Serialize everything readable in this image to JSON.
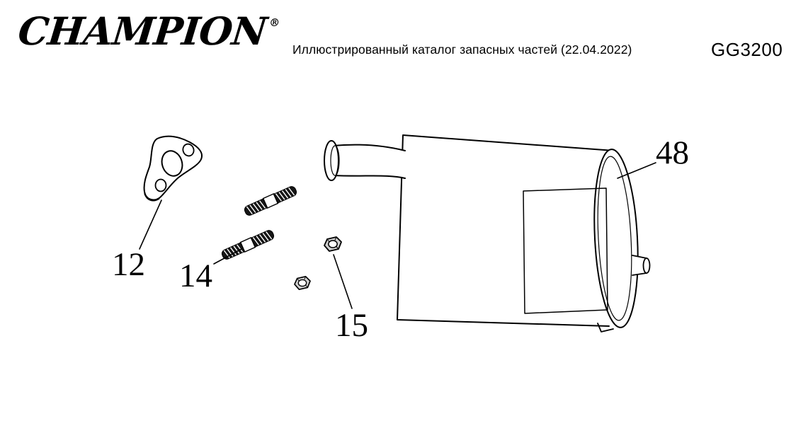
{
  "header": {
    "logo_text": "CHAMPION",
    "logo_registered": "®",
    "catalog_title": "Иллюстрированный каталог запасных частей (22.04.2022)",
    "model": "GG3200"
  },
  "diagram": {
    "labels": [
      "12",
      "14",
      "15",
      "48"
    ]
  }
}
